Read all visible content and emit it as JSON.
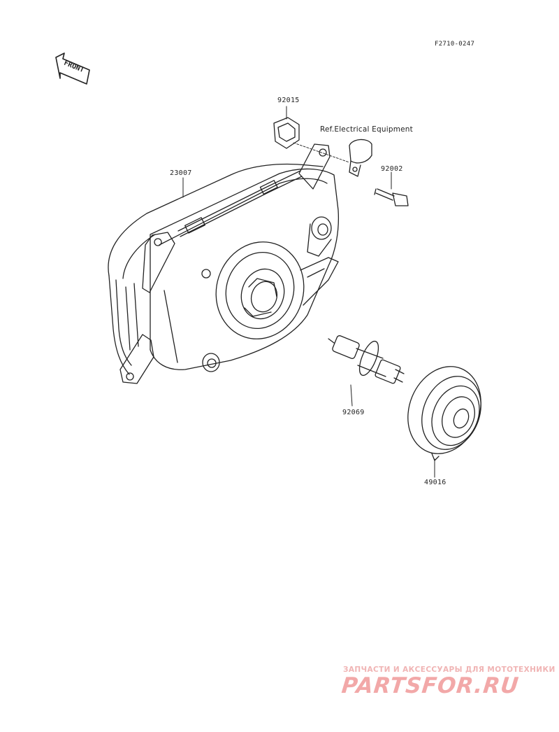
{
  "document_code": "F2710-0247",
  "front_label": "FRONT",
  "reference_note": "Ref.Electrical Equipment",
  "parts": [
    {
      "number": "92015"
    },
    {
      "number": "92002"
    },
    {
      "number": "23007"
    },
    {
      "number": "92069"
    },
    {
      "number": "49016"
    }
  ],
  "watermark": {
    "tagline": "ЗАПЧАСТИ И АКСЕССУАРЫ ДЛЯ МОТОТЕХНИКИ",
    "brand": "PARTSFOR.RU",
    "color": "#f2a8a8"
  }
}
